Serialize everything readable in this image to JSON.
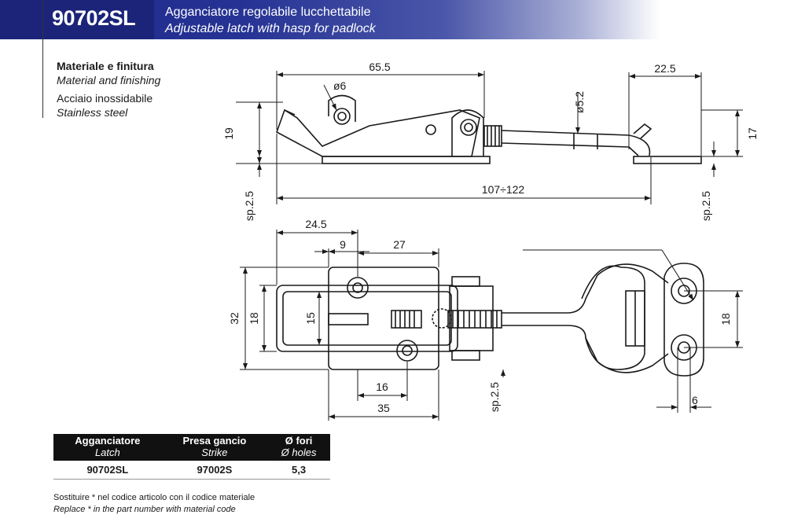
{
  "header": {
    "code": "90702SL",
    "title_it": "Agganciatore regolabile lucchettabile",
    "title_en": "Adjustable latch with hasp for padlock"
  },
  "material": {
    "label_it": "Materiale e finitura",
    "label_en": "Material and finishing",
    "value_it": "Acciaio inossidabile",
    "value_en": "Stainless steel"
  },
  "dimensions": {
    "top": {
      "d1": "65.5",
      "d2": "22.5",
      "d3": "ø6",
      "d4": "ø5.2",
      "d5": "19",
      "d6": "17",
      "d7": "107÷122",
      "d8": "sp.2.5",
      "d9": "sp.2.5"
    },
    "bottom": {
      "d1": "24.5",
      "d2": "9",
      "d3": "27",
      "d4": "32",
      "d5": "18",
      "d6": "15",
      "d7": "16",
      "d8": "35",
      "d9": "sp.2.5",
      "d10": "18",
      "d11": "6"
    }
  },
  "table": {
    "headers": [
      {
        "it": "Agganciatore",
        "en": "Latch"
      },
      {
        "it": "Presa gancio",
        "en": "Strike"
      },
      {
        "it": "Ø fori",
        "en": "Ø holes"
      }
    ],
    "rows": [
      [
        "90702SL",
        "97002S",
        "5,3"
      ]
    ]
  },
  "notes": {
    "it": "Sostituire * nel codice articolo con il codice materiale",
    "en": "Replace * in the part number with material code"
  },
  "colors": {
    "header_blue": "#1b2478",
    "line": "#1a1a1a"
  }
}
